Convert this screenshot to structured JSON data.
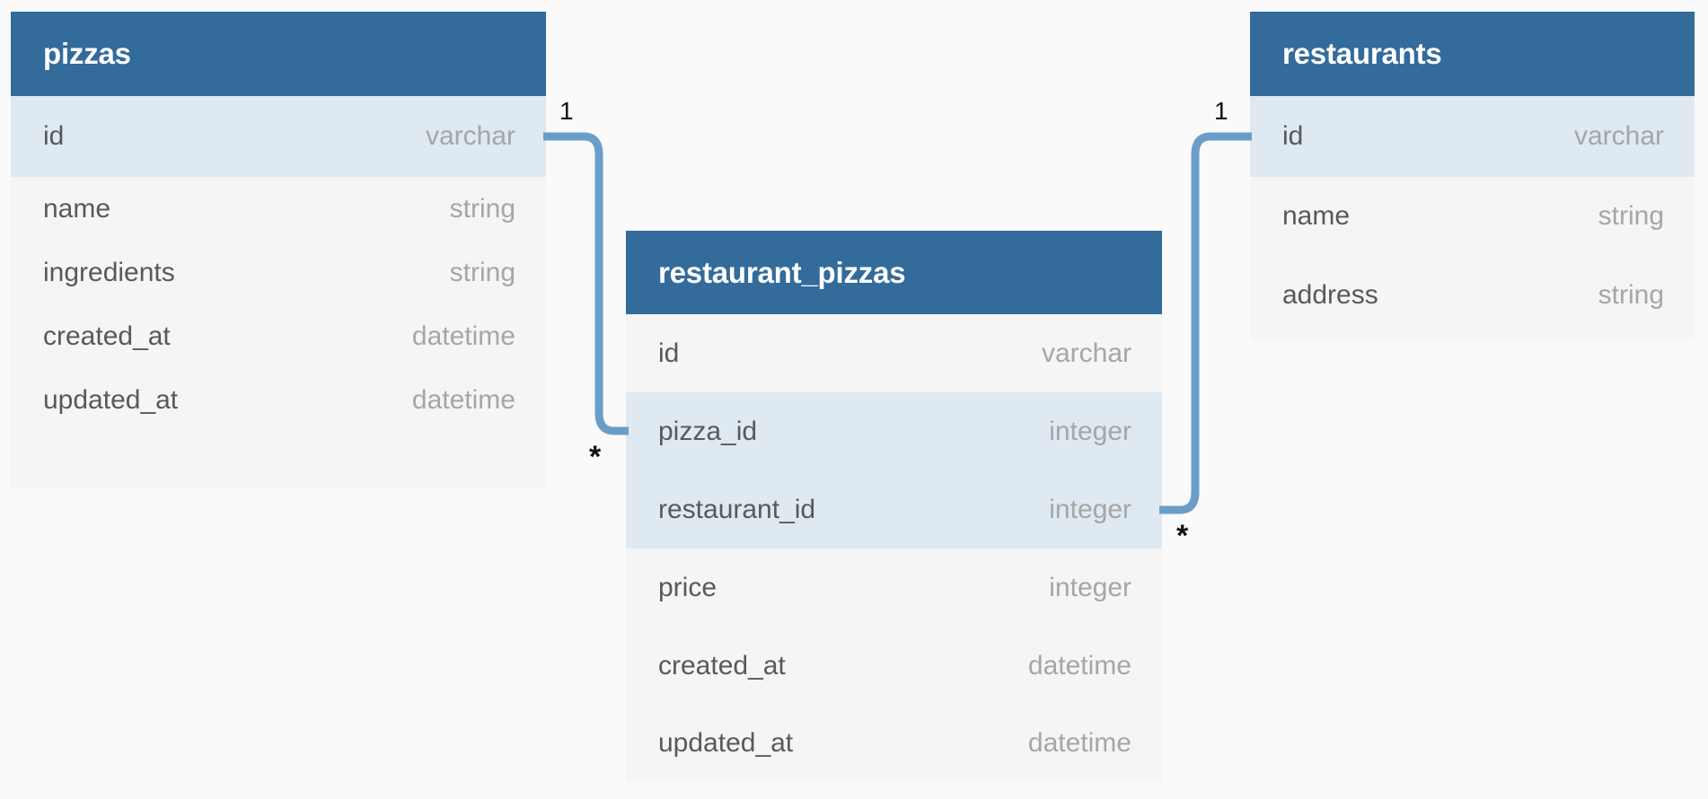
{
  "diagram": {
    "type": "entity-relationship-diagram",
    "background_color": "#fafafa",
    "header_color": "#336b9b",
    "row_color": "#f5f5f5",
    "pk_row_color": "#dee9f2",
    "connector_color": "#6b9dc9",
    "name_color": "#595959",
    "type_color": "#a6a6a6"
  },
  "tables": [
    {
      "name": "pizzas",
      "columns": [
        {
          "name": "id",
          "type": "varchar",
          "highlighted": true
        },
        {
          "name": "name",
          "type": "string",
          "highlighted": false
        },
        {
          "name": "ingredients",
          "type": "string",
          "highlighted": false
        },
        {
          "name": "created_at",
          "type": "datetime",
          "highlighted": false
        },
        {
          "name": "updated_at",
          "type": "datetime",
          "highlighted": false
        }
      ]
    },
    {
      "name": "restaurant_pizzas",
      "columns": [
        {
          "name": "id",
          "type": "varchar",
          "highlighted": false
        },
        {
          "name": "pizza_id",
          "type": "integer",
          "highlighted": true
        },
        {
          "name": "restaurant_id",
          "type": "integer",
          "highlighted": true
        },
        {
          "name": "price",
          "type": "integer",
          "highlighted": false
        },
        {
          "name": "created_at",
          "type": "datetime",
          "highlighted": false
        },
        {
          "name": "updated_at",
          "type": "datetime",
          "highlighted": false
        }
      ]
    },
    {
      "name": "restaurants",
      "columns": [
        {
          "name": "id",
          "type": "varchar",
          "highlighted": true
        },
        {
          "name": "name",
          "type": "string",
          "highlighted": false
        },
        {
          "name": "address",
          "type": "string",
          "highlighted": false
        }
      ]
    }
  ],
  "relationships": [
    {
      "from_table": "pizzas",
      "from_column": "id",
      "from_cardinality": "1",
      "to_table": "restaurant_pizzas",
      "to_column": "pizza_id",
      "to_cardinality": "*"
    },
    {
      "from_table": "restaurants",
      "from_column": "id",
      "from_cardinality": "1",
      "to_table": "restaurant_pizzas",
      "to_column": "restaurant_id",
      "to_cardinality": "*"
    }
  ]
}
